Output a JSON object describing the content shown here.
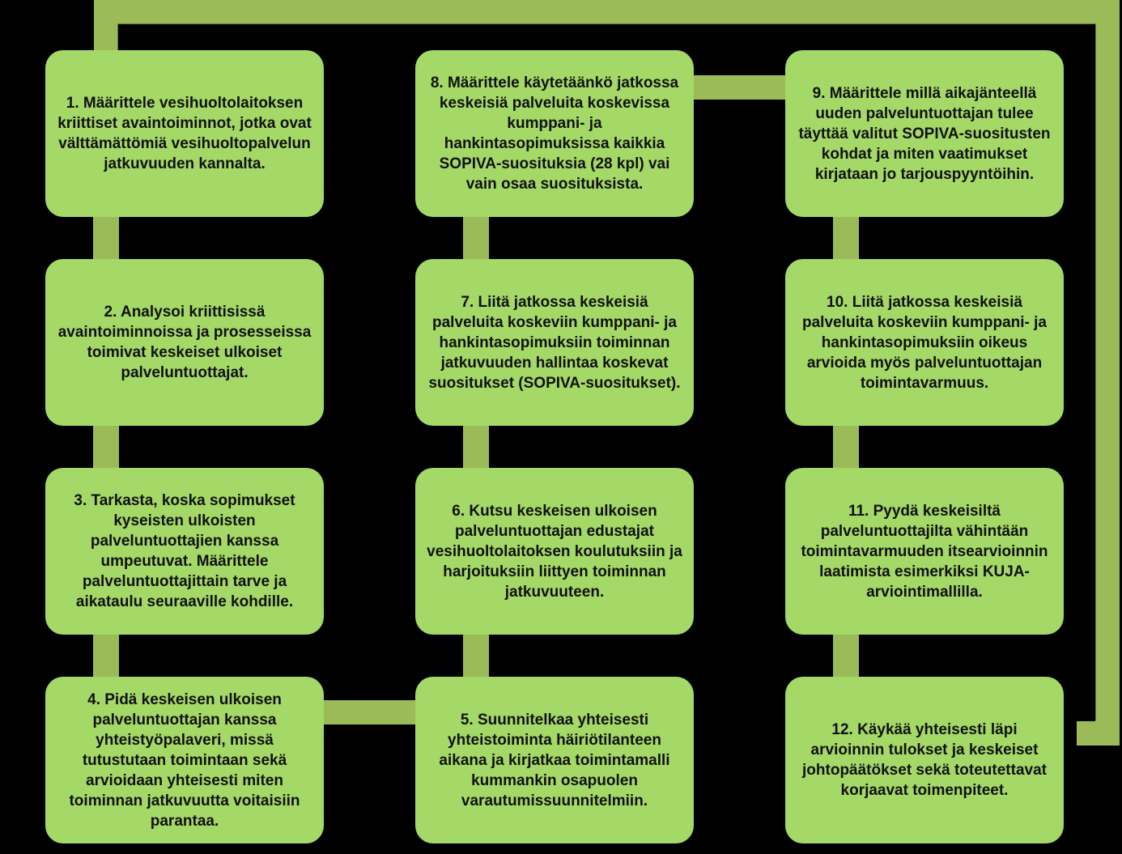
{
  "colors": {
    "background": "#000000",
    "box_fill": "#a4d867",
    "connector": "#9bbb59",
    "text": "#111111"
  },
  "steps": [
    {
      "number": 1,
      "text": "1. Määrittele vesihuoltolaitoksen kriittiset avaintoiminnot, jotka ovat välttämättömiä vesihuoltopalvelun jatkuvuuden kannalta."
    },
    {
      "number": 2,
      "text": "2. Analysoi kriittisissä avaintoiminnoissa ja prosesseissa toimivat keskeiset ulkoiset palveluntuottajat."
    },
    {
      "number": 3,
      "text": "3. Tarkasta, koska sopimukset kyseisten ulkoisten palveluntuottajien kanssa umpeutuvat. Määrittele palveluntuottajittain tarve ja aikataulu seuraaville kohdille."
    },
    {
      "number": 4,
      "text": "4. Pidä keskeisen ulkoisen palveluntuottajan kanssa yhteistyöpalaveri, missä tutustutaan toimintaan sekä arvioidaan yhteisesti miten toiminnan jatkuvuutta voitaisiin parantaa."
    },
    {
      "number": 5,
      "text": "5. Suunnitelkaa yhteisesti yhteistoiminta häiriötilanteen aikana ja kirjatkaa toimintamalli kummankin osapuolen varautumissuunnitelmiin."
    },
    {
      "number": 6,
      "text": "6. Kutsu keskeisen ulkoisen palveluntuottajan edustajat vesihuoltolaitoksen koulutuksiin ja harjoituksiin liittyen toiminnan jatkuvuuteen."
    },
    {
      "number": 7,
      "text": "7. Liitä jatkossa keskeisiä palveluita koskeviin kumppani- ja hankintasopimuksiin toiminnan jatkuvuuden hallintaa koskevat suositukset (SOPIVA-suositukset)."
    },
    {
      "number": 8,
      "text": "8. Määrittele käytetäänkö jatkossa keskeisiä palveluita koskevissa kumppani- ja hankintasopimuksissa kaikkia SOPIVA-suosituksia (28 kpl) vai vain osaa suosituksista."
    },
    {
      "number": 9,
      "text": "9. Määrittele millä aikajänteellä uuden palveluntuottajan tulee täyttää valitut SOPIVA-suositusten kohdat ja miten vaatimukset kirjataan jo tarjouspyyntöihin."
    },
    {
      "number": 10,
      "text": "10. Liitä jatkossa keskeisiä palveluita koskeviin kumppani- ja hankintasopimuksiin oikeus arvioida myös palveluntuottajan toimintavarmuus."
    },
    {
      "number": 11,
      "text": "11. Pyydä keskeisiltä palveluntuottajilta vähintään toimintavarmuuden itsearvioinnin laatimista esimerkiksi KUJA-arviointimallilla."
    },
    {
      "number": 12,
      "text": "12. Käykää yhteisesti läpi arvioinnin tulokset ja keskeiset johtopäätökset sekä toteutettavat korjaavat toimenpiteet."
    }
  ]
}
